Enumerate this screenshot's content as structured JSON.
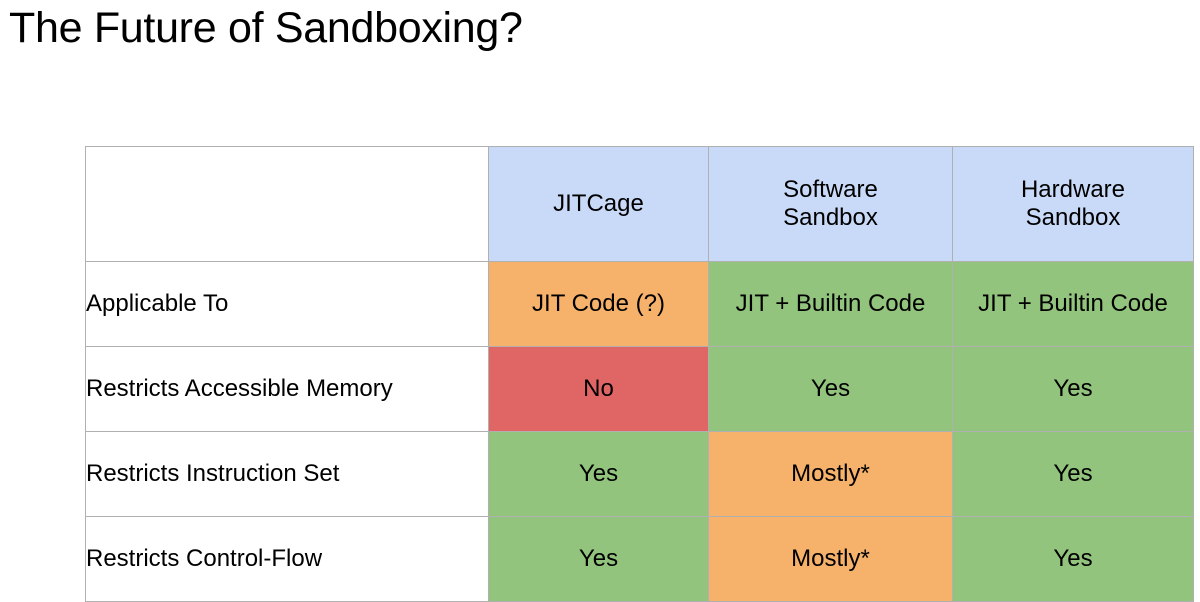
{
  "slide": {
    "title": "The Future of Sandboxing?"
  },
  "colors": {
    "header_blue": "#c9daf8",
    "good_green": "#93c47d",
    "partial_orange": "#f6b26b",
    "bad_red": "#e06666",
    "grid_border": "#b0b0b0",
    "background": "#ffffff",
    "text": "#000000"
  },
  "table": {
    "corner_label": "",
    "columns": [
      {
        "line1": "JITCage",
        "line2": ""
      },
      {
        "line1": "Software",
        "line2": "Sandbox"
      },
      {
        "line1": "Hardware",
        "line2": "Sandbox"
      }
    ],
    "rows": [
      {
        "label": "Applicable To",
        "cells": [
          {
            "text": "JIT Code (?)",
            "state": "partial"
          },
          {
            "text": "JIT + Builtin Code",
            "state": "good"
          },
          {
            "text": "JIT + Builtin Code",
            "state": "good"
          }
        ]
      },
      {
        "label": "Restricts Accessible Memory",
        "cells": [
          {
            "text": "No",
            "state": "bad"
          },
          {
            "text": "Yes",
            "state": "good"
          },
          {
            "text": "Yes",
            "state": "good"
          }
        ]
      },
      {
        "label": "Restricts Instruction Set",
        "cells": [
          {
            "text": "Yes",
            "state": "good"
          },
          {
            "text": "Mostly*",
            "state": "partial"
          },
          {
            "text": "Yes",
            "state": "good"
          }
        ]
      },
      {
        "label": "Restricts Control-Flow",
        "cells": [
          {
            "text": "Yes",
            "state": "good"
          },
          {
            "text": "Mostly*",
            "state": "partial"
          },
          {
            "text": "Yes",
            "state": "good"
          }
        ]
      }
    ]
  }
}
